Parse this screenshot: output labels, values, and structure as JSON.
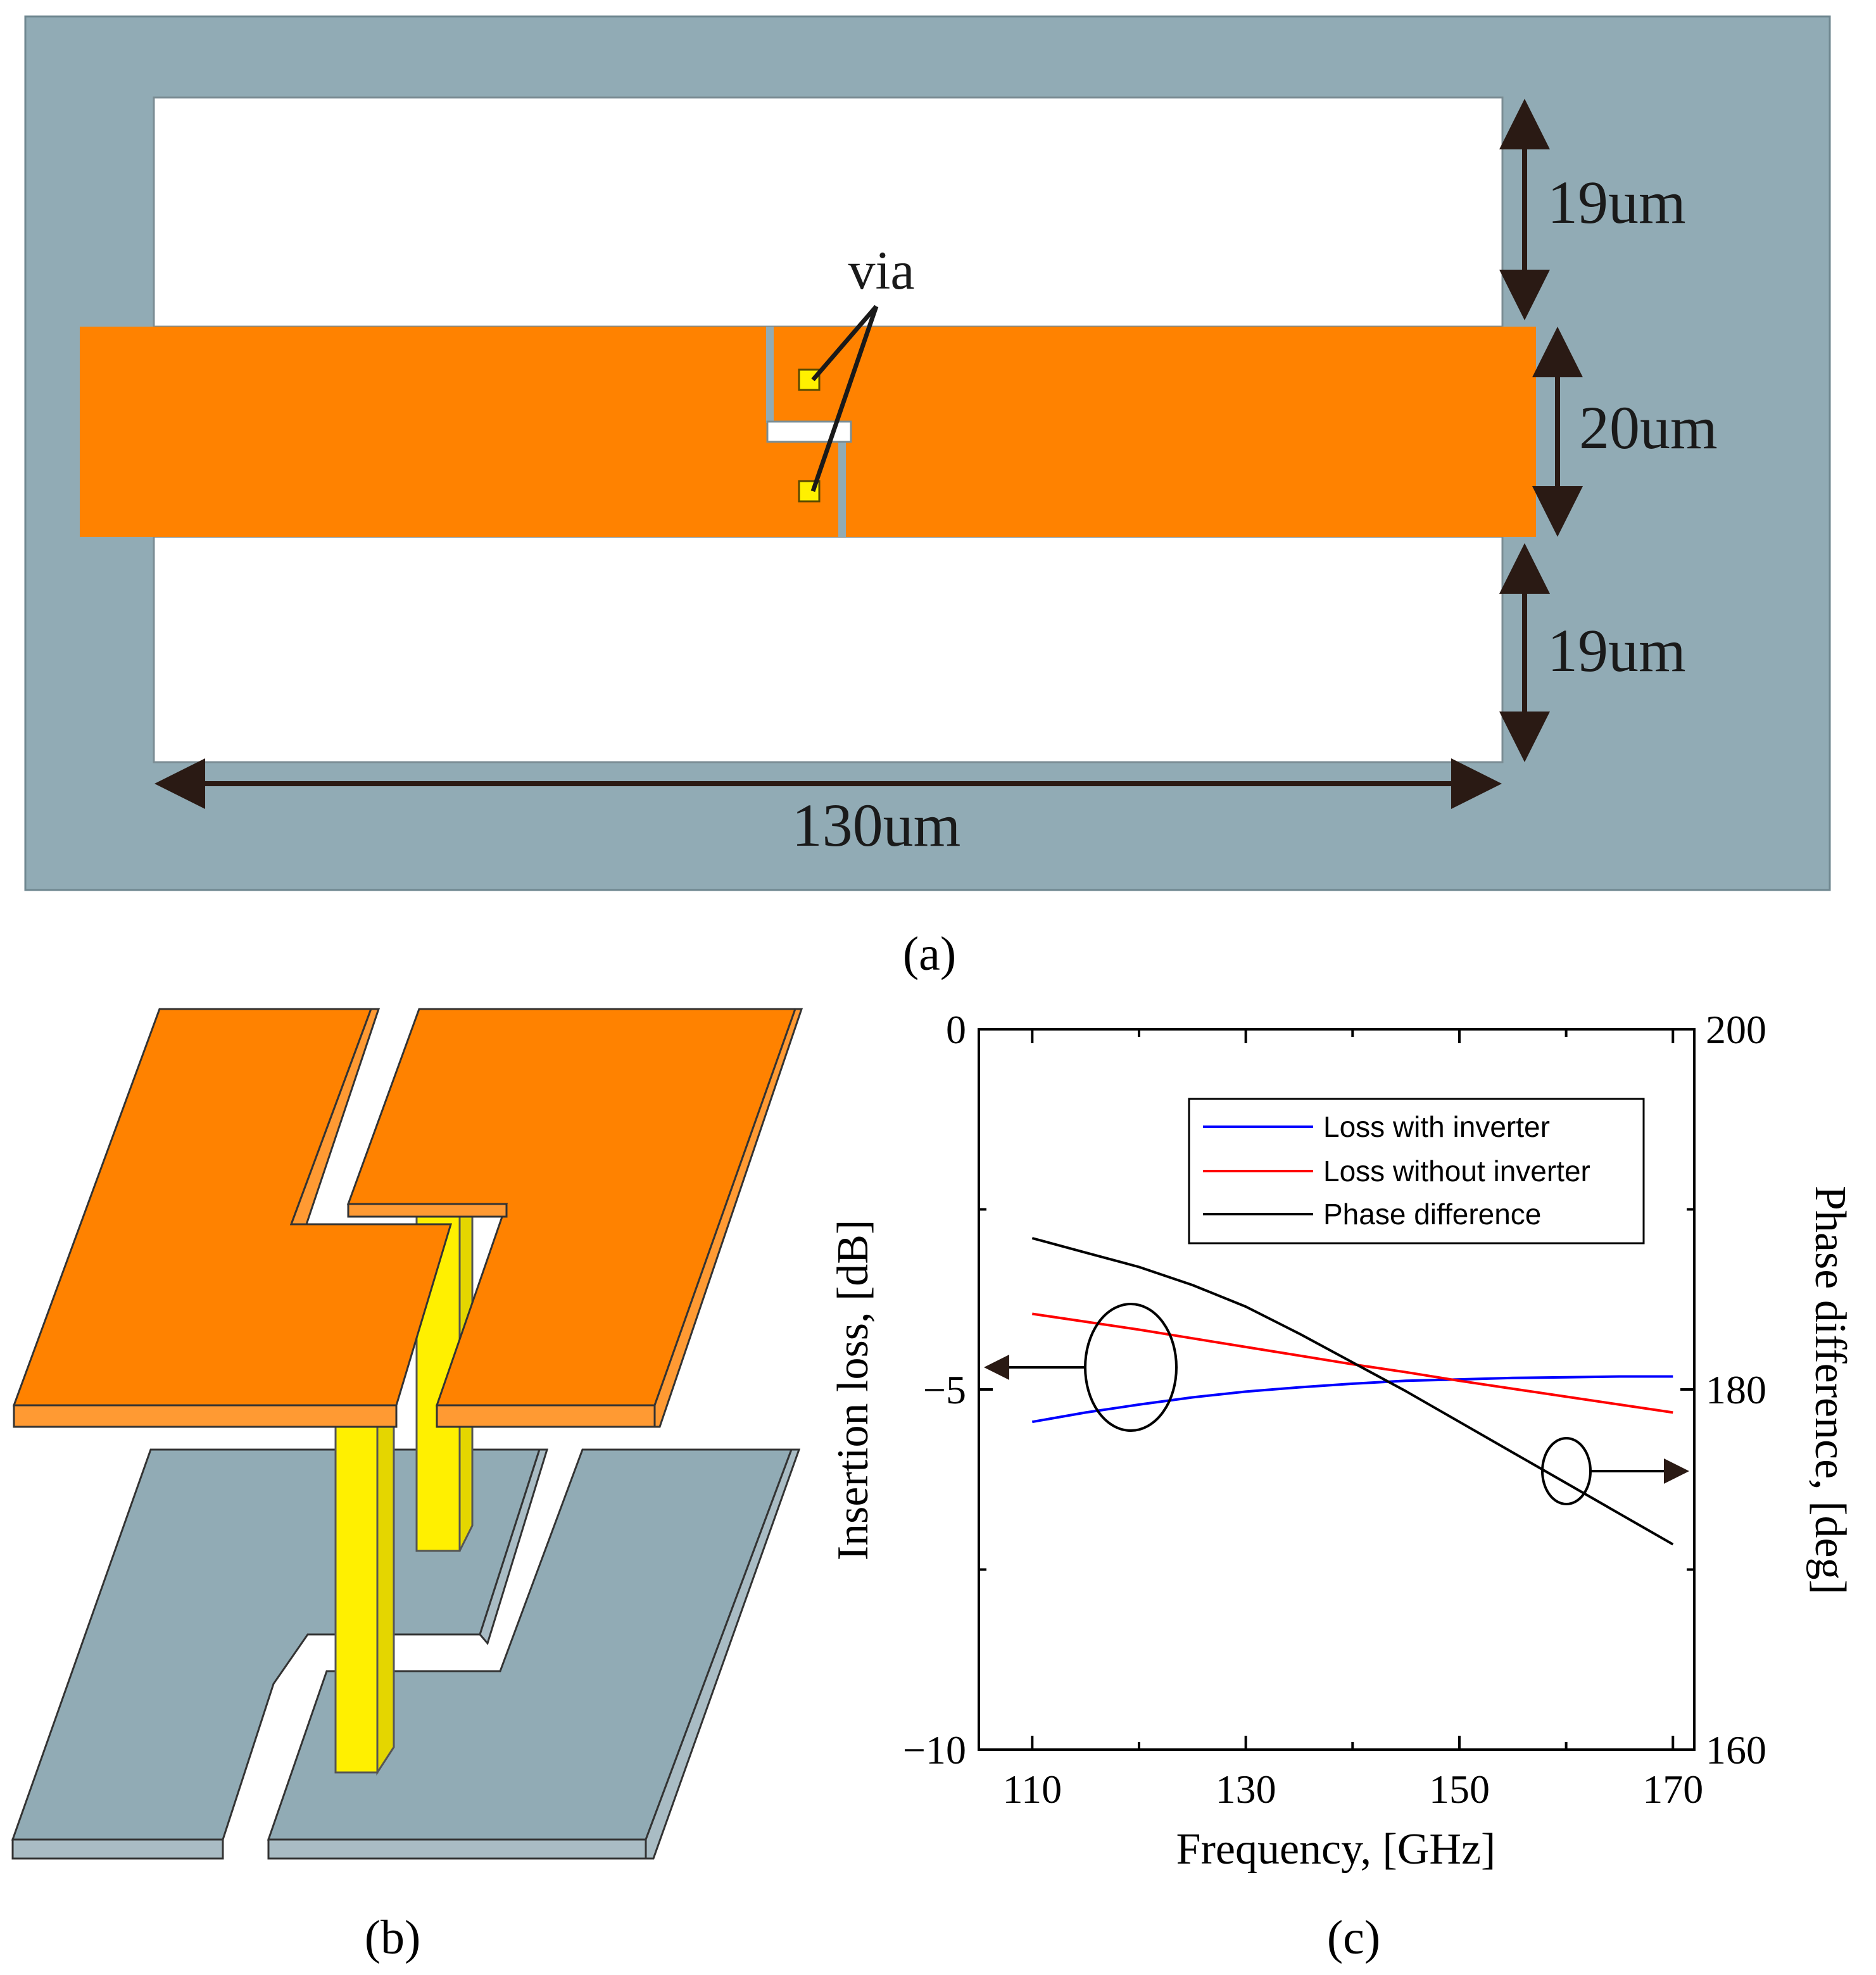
{
  "panel_labels": {
    "a": "(a)",
    "b": "(b)",
    "c": "(c)"
  },
  "layout_panel": {
    "via_label": "via",
    "dim_top": "19um",
    "dim_middle": "20um",
    "dim_bottom": "19um",
    "dim_width": "130um"
  },
  "colors": {
    "ground_plane": "#91abb5",
    "conductor": "#ff8200",
    "via": "#fff000",
    "slot": "#ffffff",
    "loss_with_inverter": "#0000ff",
    "loss_without_inverter": "#ff0000",
    "phase_difference": "#000000"
  },
  "chart_data": {
    "type": "line",
    "xlabel": "Frequency, [GHz]",
    "ylabel_left": "Insertion loss, [dB]",
    "ylabel_right": "Phase difference, [deg]",
    "xlim": [
      105,
      172
    ],
    "xticks": [
      110,
      130,
      150,
      170
    ],
    "ylim_left": [
      -10,
      0
    ],
    "yticks_left": [
      0,
      -5,
      -10
    ],
    "yticks_left_labels": [
      "0",
      "−5",
      "−10"
    ],
    "ylim_right": [
      160,
      200
    ],
    "yticks_right": [
      200,
      180,
      160
    ],
    "legend_position": "top-right",
    "grid": false,
    "x": [
      110,
      115,
      120,
      125,
      130,
      135,
      140,
      145,
      150,
      155,
      160,
      165,
      170
    ],
    "series": [
      {
        "name": "Loss with inverter",
        "axis": "left",
        "color": "#0000ff",
        "values": [
          -5.45,
          -5.32,
          -5.21,
          -5.11,
          -5.03,
          -4.97,
          -4.92,
          -4.88,
          -4.86,
          -4.84,
          -4.83,
          -4.82,
          -4.82
        ]
      },
      {
        "name": "Loss without inverter",
        "axis": "left",
        "color": "#ff0000",
        "values": [
          -3.95,
          -4.06,
          -4.17,
          -4.29,
          -4.41,
          -4.53,
          -4.65,
          -4.76,
          -4.88,
          -4.99,
          -5.1,
          -5.21,
          -5.32
        ]
      },
      {
        "name": "Phase difference",
        "axis": "right",
        "color": "#000000",
        "values": [
          188.4,
          187.6,
          186.8,
          185.8,
          184.6,
          183.1,
          181.5,
          179.9,
          178.2,
          176.5,
          174.8,
          173.1,
          171.4
        ]
      }
    ]
  }
}
